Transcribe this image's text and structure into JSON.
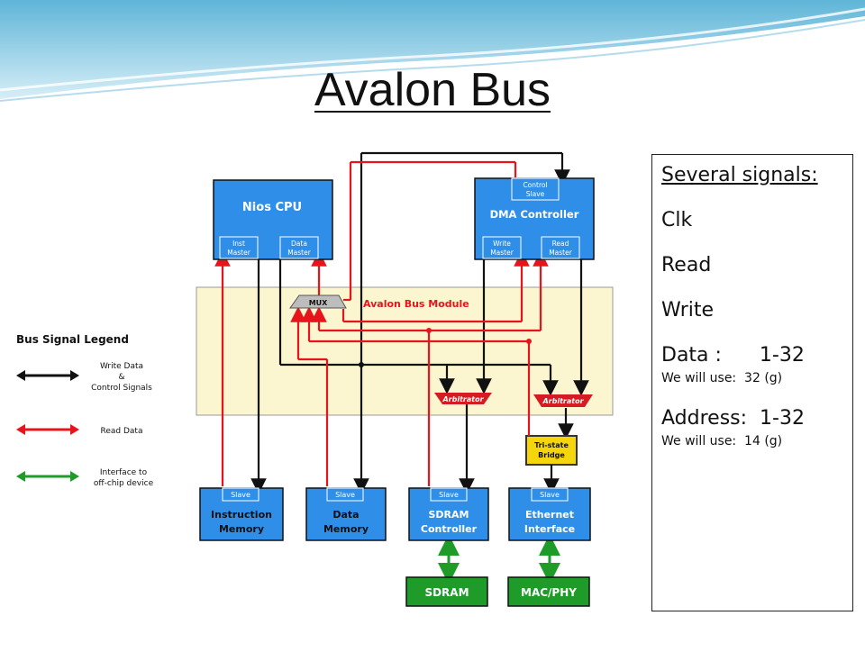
{
  "slide": {
    "title": "Avalon Bus",
    "signals_heading": "Several signals:",
    "signals": [
      {
        "label": "Clk"
      },
      {
        "label": "Read"
      },
      {
        "label": "Write"
      },
      {
        "label": "Data :      1-32",
        "note": "We will use:  32 (g)"
      },
      {
        "label": "Address:  1-32",
        "note": "We will use:  14 (g)"
      }
    ]
  },
  "diagram": {
    "bus_module_label": "Avalon Bus Module",
    "mux_label": "MUX",
    "arbitrator_label": "Arbitrator",
    "tristate_line1": "Tri-state",
    "tristate_line2": "Bridge",
    "nios_cpu": {
      "title": "Nios CPU",
      "inst_1": "Inst",
      "inst_2": "Master",
      "data_1": "Data",
      "data_2": "Master"
    },
    "dma": {
      "title": "DMA Controller",
      "ctrl_1": "Control",
      "ctrl_2": "Slave",
      "write_1": "Write",
      "write_2": "Master",
      "read_1": "Read",
      "read_2": "Master"
    },
    "slave_label": "Slave",
    "inst_mem": {
      "line1": "Instruction",
      "line2": "Memory"
    },
    "data_mem": {
      "line1": "Data",
      "line2": "Memory"
    },
    "sdram_ctrl": {
      "line1": "SDRAM",
      "line2": "Controller"
    },
    "ethernet": {
      "line1": "Ethernet",
      "line2": "Interface"
    },
    "sdram": "SDRAM",
    "macphy": "MAC/PHY",
    "legend": {
      "title": "Bus Signal Legend",
      "write_1": "Write Data",
      "write_2": "&",
      "write_3": "Control Signals",
      "read": "Read Data",
      "iface_1": "Interface to",
      "iface_2": "off-chip device"
    }
  },
  "colors": {
    "block_blue": "#2f8fe8",
    "bus_yellow": "#fbf6cf",
    "red": "#e8141c",
    "green": "#1f9b2a",
    "arbitrator": "#d71b22",
    "bridge": "#f5d50c"
  }
}
